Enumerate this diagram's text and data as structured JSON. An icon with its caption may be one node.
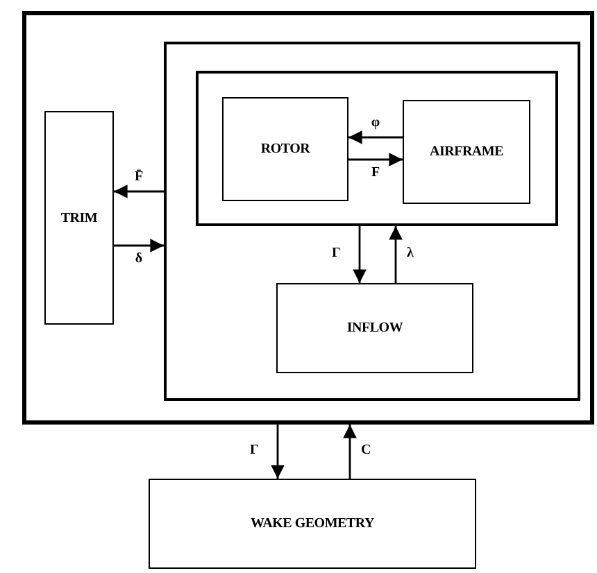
{
  "diagram": {
    "nodes": [
      {
        "text": [],
        "shape": "box"
      },
      {
        "text": [
          "TRIM"
        ],
        "in": 0
      },
      {
        "text": [],
        "shape": "box",
        "in": 0
      },
      {
        "text": [],
        "shape": "box",
        "in": 2
      },
      {
        "text": [
          "ROTOR"
        ],
        "in": 3
      },
      {
        "text": [
          "AIRFRAME"
        ],
        "in": 3
      },
      {
        "text": [
          "INFLOW"
        ],
        "in": 2
      },
      {
        "text": [
          "WAKE GEOMETRY"
        ]
      }
    ],
    "edges": [
      {
        "from": 5,
        "to": 4,
        "arrow": "to",
        "label": "φ"
      },
      {
        "from": 4,
        "to": 5,
        "arrow": "to",
        "label": "F"
      },
      {
        "from": 2,
        "to": 1,
        "arrow": "to",
        "label": "F̄"
      },
      {
        "from": 1,
        "to": 2,
        "arrow": "to",
        "label": "δ"
      },
      {
        "from": 3,
        "to": 6,
        "arrow": "to",
        "label": "Γ"
      },
      {
        "from": 6,
        "to": 3,
        "arrow": "to",
        "label": "λ"
      },
      {
        "from": 0,
        "to": 7,
        "arrow": "to",
        "label": "Γ"
      },
      {
        "from": 7,
        "to": 0,
        "arrow": "to",
        "label": "C"
      }
    ]
  }
}
